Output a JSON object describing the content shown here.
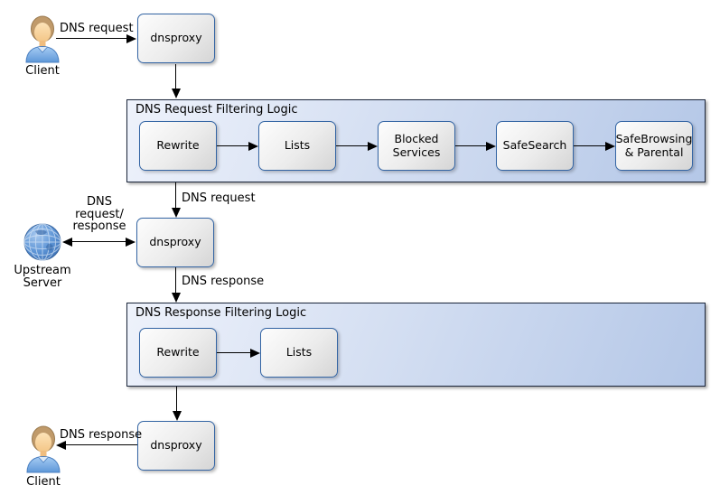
{
  "actors": {
    "client_top": {
      "label": "Client"
    },
    "client_bottom": {
      "label": "Client"
    },
    "upstream_server": {
      "label_line1": "Upstream",
      "label_line2": "Server"
    }
  },
  "proxies": {
    "top": "dnsproxy",
    "middle": "dnsproxy",
    "bottom": "dnsproxy"
  },
  "request_pipeline": {
    "title": "DNS Request Filtering Logic",
    "steps": [
      "Rewrite",
      "Lists",
      "Blocked Services",
      "SafeSearch",
      "SafeBrowsing & Parental"
    ]
  },
  "response_pipeline": {
    "title": "DNS Response Filtering Logic",
    "steps": [
      "Rewrite",
      "Lists"
    ]
  },
  "edges": {
    "client_to_proxy": {
      "label": "DNS request"
    },
    "request_filter_to_proxy": {
      "label": "DNS request"
    },
    "upstream_link": {
      "lines": [
        "DNS",
        "request/",
        "response"
      ]
    },
    "proxy_to_response_filter": {
      "label": "DNS response"
    },
    "proxy_to_client": {
      "label": "DNS response"
    }
  },
  "icons": {
    "client": "person-icon",
    "upstream": "globe-icon"
  },
  "colors": {
    "node_border": "#3465a4",
    "container_border": "#1b263b",
    "container_bg_start": "#eef2fb",
    "container_bg_end": "#b4c7e7",
    "node_bg_start": "#fdfdfd",
    "node_bg_end": "#d5d5d5",
    "arrow": "#000000",
    "globe_blue": "#5b93d5",
    "person_shirt": "#6ca6e8",
    "person_hair": "#bb9966",
    "person_skin": "#fcd7a2"
  }
}
